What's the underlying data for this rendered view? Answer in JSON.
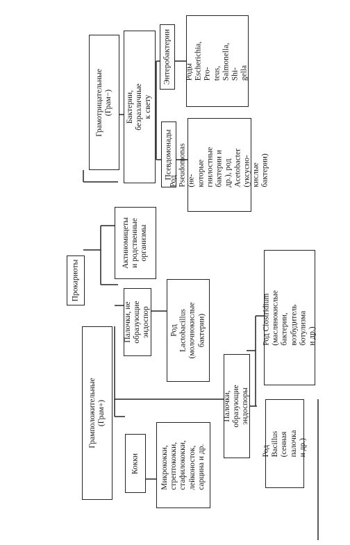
{
  "diagram": {
    "root": "Прокариоты",
    "gram_negative": {
      "title": "Грамотрицательные (Грам−)",
      "light_indifferent": "Бактерии, безразличные к свету",
      "enterobacteria": "Энтеробактерии",
      "enterobacteria_genera": "Роды Escherichia, Pro-\nteus, Salmonella, Shi-\ngella",
      "pseudomonads": "Псевдомонады",
      "pseudomonas_genera": "Род Pseudomonas (не-\nкоторые гнилостные\nбактерии и др.), род\nAcetobacter (уксусно-\nкислые бактерии)"
    },
    "actinomycetes": "Актиномицеты\nи родственные\nорганизмы",
    "gram_positive": {
      "title": "Грамположительные (Грам+)",
      "rods_non_spore": "Палочки, не\nобразующие\nэндоспор",
      "lactobacillus": "Род Lactobacillus\n(молочнокислые\nбактерии)",
      "cocci": "Кокки",
      "cocci_list": "Микрококки,\nстрептококки,\nстафилококки,\nлейконосток,\nсарцина и др.",
      "rods_spore": "Палочки, образующие\nэндоспоры",
      "clostridium": "Род Clostridium (маслянокислые\nбактерии, возбудитель ботулизма\nи др.)",
      "bacillus": "Род Bacillus (сенная\nпалочка и др.)"
    }
  }
}
